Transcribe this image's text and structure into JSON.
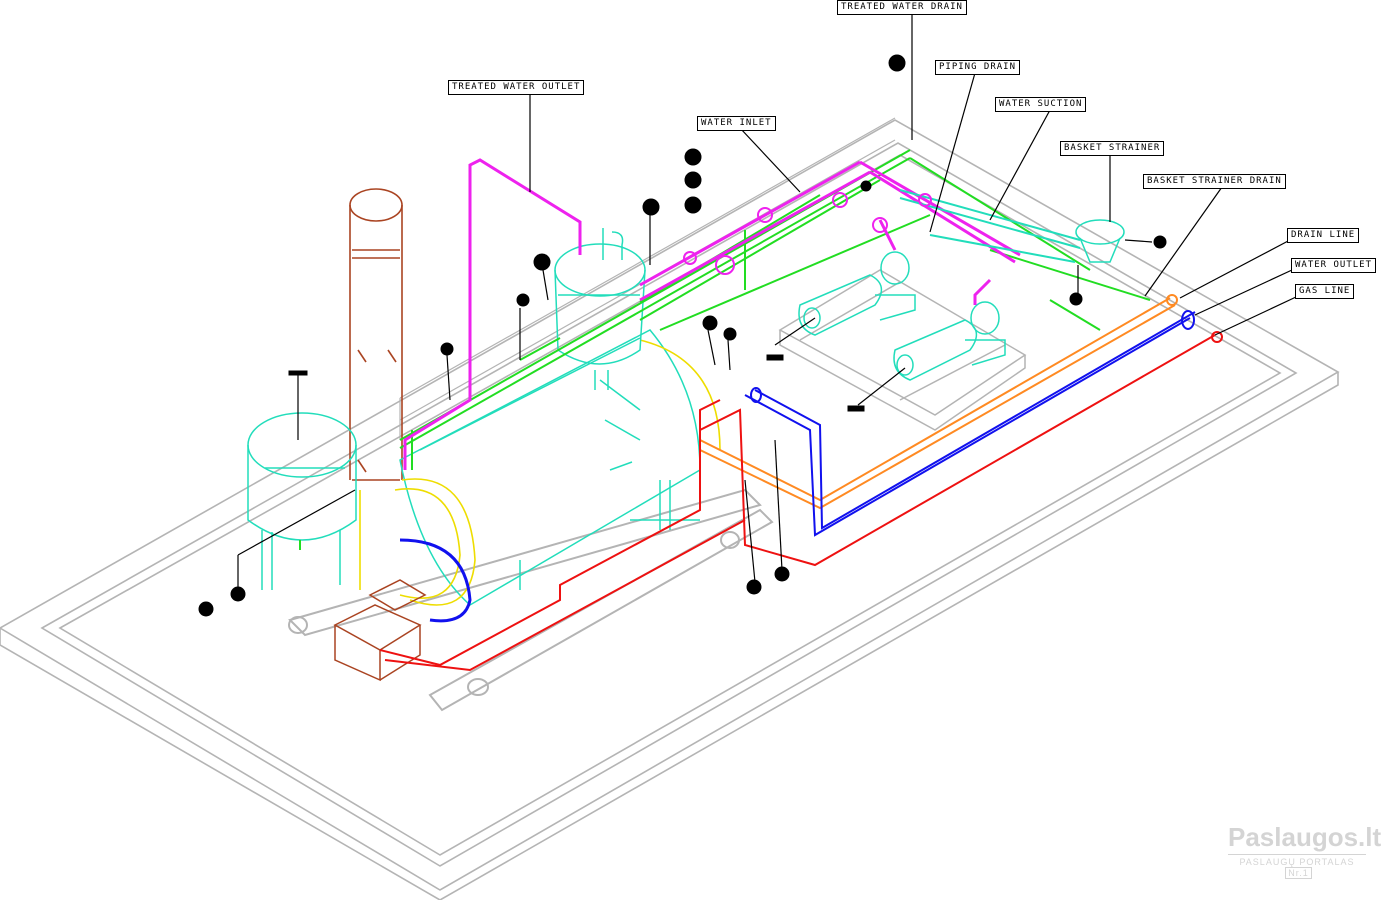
{
  "labels": {
    "treated_water_drain": "TREATED WATER DRAIN",
    "piping_drain": "PIPING DRAIN",
    "water_suction": "WATER SUCTION",
    "basket_strainer": "BASKET STRAINER",
    "basket_strainer_drain": "BASKET STRAINER DRAIN",
    "drain_line": "DRAIN LINE",
    "water_outlet": "WATER OUTLET",
    "gas_line": "GAS LINE",
    "treated_water_outlet": "TREATED WATER OUTLET",
    "water_inlet": "WATER INLET"
  },
  "watermark": {
    "brand": "Paslaugos.lt",
    "tagline": "PASLAUGŲ PORTALAS",
    "badge": "Nr.1"
  },
  "colors": {
    "outline": "#b4b4b4",
    "green_pipe": "#22dd22",
    "magenta_pipe": "#ee22ee",
    "red_pipe": "#ee1111",
    "blue_pipe": "#1111ee",
    "orange_pipe": "#ff8a22",
    "cyan_equipment": "#22ddbb",
    "chimney": "#aa4422",
    "yellow": "#eedd00"
  }
}
